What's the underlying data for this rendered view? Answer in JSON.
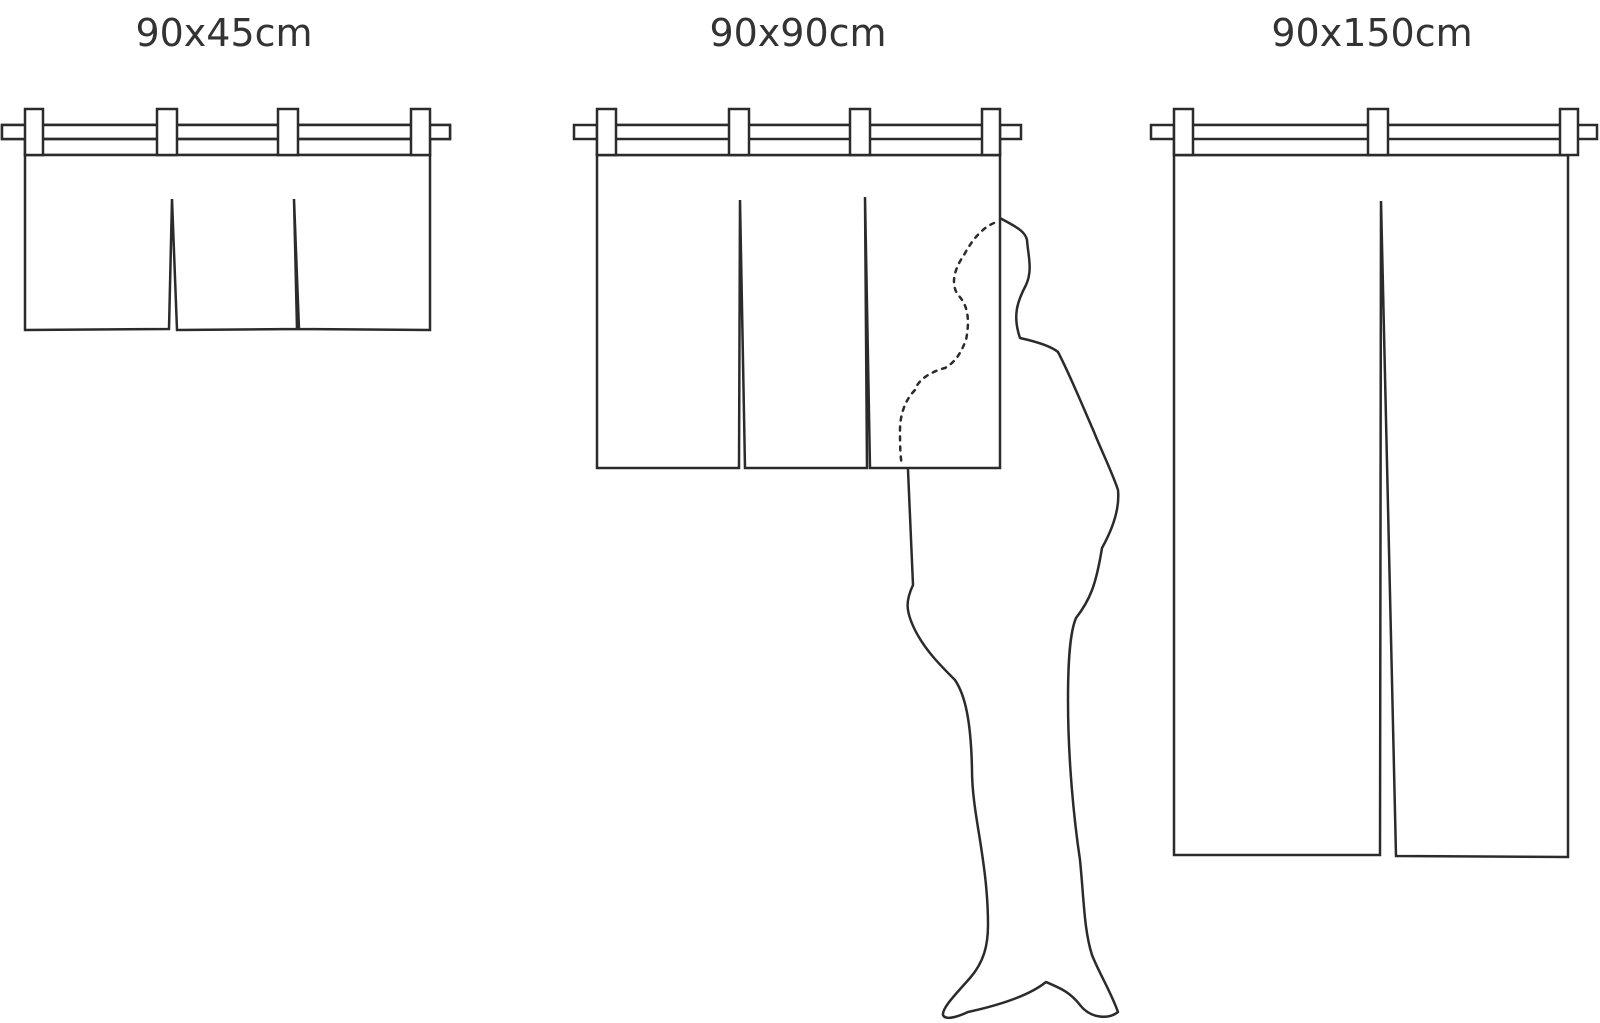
{
  "curtains": [
    {
      "label": "90x45cm"
    },
    {
      "label": "90x90cm"
    },
    {
      "label": "90x150cm"
    }
  ]
}
